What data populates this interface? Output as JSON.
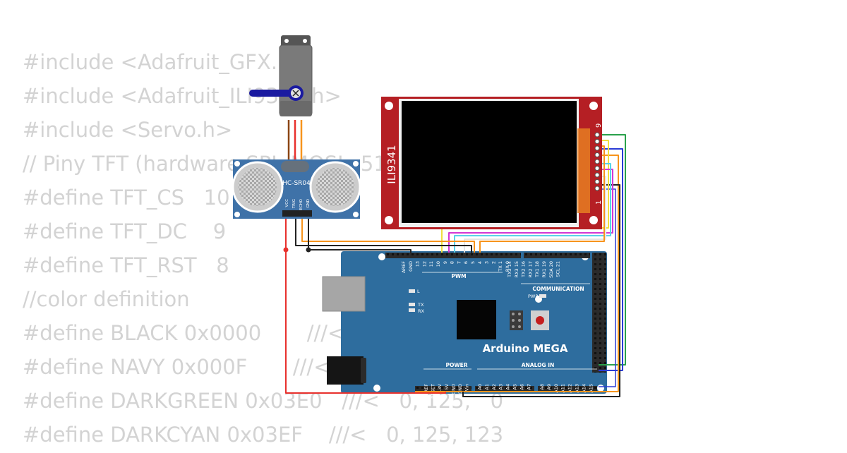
{
  "code_lines": [
    "#include <Adafruit_GFX.h>",
    "#include <Adafruit_ILI9341.h>",
    "#include <Servo.h>",
    "// Piny TFT (hardware SPI: MOSI=51",
    "#define TFT_CS   10",
    "#define TFT_DC    9",
    "#define TFT_RST   8",
    "//color definition",
    "#define BLACK 0x0000       ///<",
    "#define NAVY 0x000F       ///<",
    "#define DARKGREEN 0x03E0   ///<   0, 125,   0",
    "#define DARKCYAN 0x03EF    ///<   0, 125, 123"
  ],
  "display": {
    "label": "ILI9341",
    "pin_first": "1",
    "pin_last": "9"
  },
  "sensor": {
    "label": "HC-SR04",
    "pins": [
      "VCC",
      "TRIG",
      "ECHO",
      "GND"
    ]
  },
  "arduino": {
    "title": "Arduino MEGA",
    "pwm_label": "PWM",
    "communication_label": "COMMUNICATION",
    "power_label": "POWER",
    "analog_label": "ANALOG IN",
    "pwr_label": "PWR",
    "led_l": "L",
    "led_tx": "TX",
    "led_rx": "RX",
    "top_pins": [
      "AREF",
      "GND",
      "13",
      "12",
      "11",
      "10",
      "9",
      "8",
      "7",
      "6",
      "5",
      "4",
      "3",
      "2",
      "TX 1",
      "RX 0",
      "TX3 14",
      "RX3 15",
      "TX2 16",
      "RX2 17",
      "TX1 18",
      "RX1 19",
      "SDA 20",
      "SCL 21"
    ],
    "power_pins": [
      "IOREF",
      "RESET",
      "3.3V",
      "5V",
      "GND",
      "GND",
      "Vin"
    ],
    "analog_pins": [
      "A0",
      "A1",
      "A2",
      "A3",
      "A4",
      "A5",
      "A6",
      "A7",
      "A8",
      "A9",
      "A10",
      "A11",
      "A12",
      "A13",
      "A14",
      "A15"
    ]
  },
  "colors": {
    "code_text": "#d3d3d3",
    "board": "#2e6d9e",
    "display_pcb": "#b51f24",
    "sensor_pcb": "#3f72a8",
    "wire_red": "#e8312d",
    "wire_black": "#222222",
    "wire_orange": "#f7941d",
    "wire_yellow": "#f0e040",
    "wire_green": "#2aa14b",
    "wire_blue": "#2a3bd6",
    "wire_magenta": "#d436d4",
    "wire_cyan": "#5ad2e8",
    "wire_white": "#e4e4e4"
  }
}
